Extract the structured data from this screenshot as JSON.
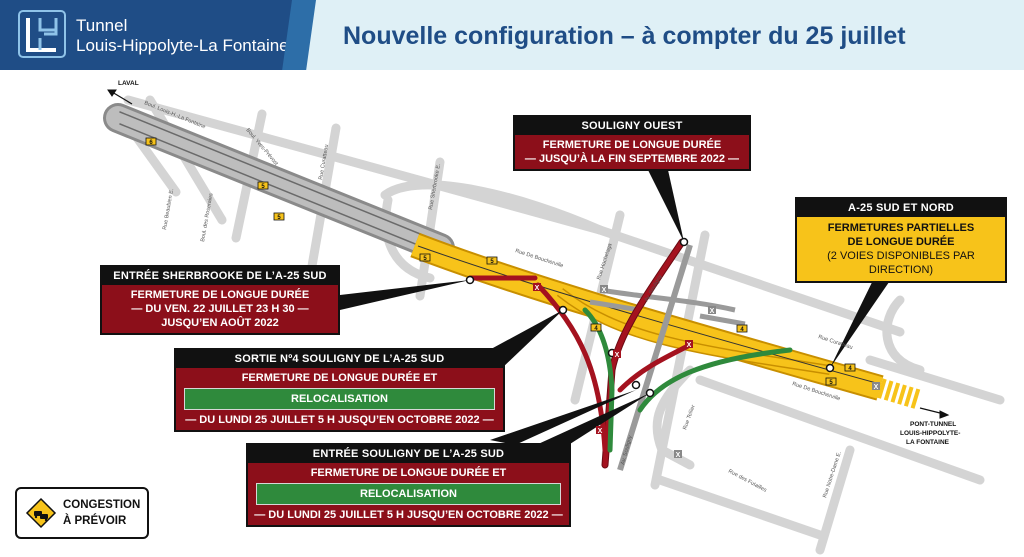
{
  "header": {
    "brand_line1": "Tunnel",
    "brand_line2": "Louis-Hippolyte-La Fontaine",
    "title": "Nouvelle configuration – à compter du 25 juillet"
  },
  "map": {
    "direction_north": "LAVAL",
    "direction_south_lines": [
      "PONT-TUNNEL",
      "LOUIS-HIPPOLYTE-",
      "LA FONTAINE"
    ],
    "streets": {
      "louis_h": "Boul. Louis-H.-La Fontaine",
      "yves_prevost": "Boul. Yves-Prévost",
      "curatteau": "Rue Curatteau",
      "sherbrooke": "Rue Sherbrooke E.",
      "beaubien": "Rue Beaubien E.",
      "roseraies": "Boul. des Roseraies",
      "boucherville_n": "Rue De Boucherville",
      "hochelaga": "Rue Hochelaga",
      "souligny": "Av. Souligny",
      "souligny2": "Av. Souligny",
      "curatteau_e": "Rue Curatteau",
      "boucherville_s": "Rue De Boucherville",
      "tellier": "Rue Tellier",
      "futailles": "Rue des Futailles",
      "notre_dame": "Rue Notre-Dame E."
    },
    "exit_numbers": [
      "6",
      "5",
      "5",
      "5",
      "5",
      "4",
      "4",
      "4",
      "5"
    ]
  },
  "callouts": {
    "souligny_ouest": {
      "head": "SOULIGNY OUEST",
      "line1": "FERMETURE DE LONGUE DURÉE",
      "line2": "— JUSQU’À LA FIN SEPTEMBRE 2022 —"
    },
    "a25": {
      "head": "A-25 SUD ET NORD",
      "line1": "FERMETURES PARTIELLES",
      "line2": "DE LONGUE DURÉE",
      "line3": "(2 VOIES DISPONIBLES PAR DIRECTION)"
    },
    "sherbrooke": {
      "head": "ENTRÉE SHERBROOKE DE L’A-25 SUD",
      "line1": "FERMETURE DE LONGUE DURÉE",
      "line2": "— DU VEN. 22 JUILLET 23 H 30 —",
      "line3": "JUSQU’EN AOÛT 2022"
    },
    "sortie4": {
      "head": "SORTIE Nº4 SOULIGNY DE L’A-25 SUD",
      "line1": "FERMETURE DE LONGUE DURÉE ET",
      "green": "RELOCALISATION",
      "line2": "— DU LUNDI 25 JUILLET 5 H JUSQU’EN OCTOBRE 2022 —"
    },
    "entree_souligny": {
      "head": "ENTRÉE SOULIGNY DE L’A-25 SUD",
      "line1": "FERMETURE DE LONGUE DURÉE ET",
      "green": "RELOCALISATION",
      "line2": "— DU LUNDI 25 JUILLET 5 H JUSQU’EN OCTOBRE 2022 —"
    }
  },
  "badge": {
    "line1": "CONGESTION",
    "line2": "À PRÉVOIR"
  },
  "colors": {
    "brand": "#1f4d86",
    "closure_red": "#8c0f1a",
    "relocation_green": "#2f8a3c",
    "partial_yellow": "#f7c31a",
    "street_gray": "#d4d4d4",
    "highway_gray": "#9a9a9a"
  }
}
